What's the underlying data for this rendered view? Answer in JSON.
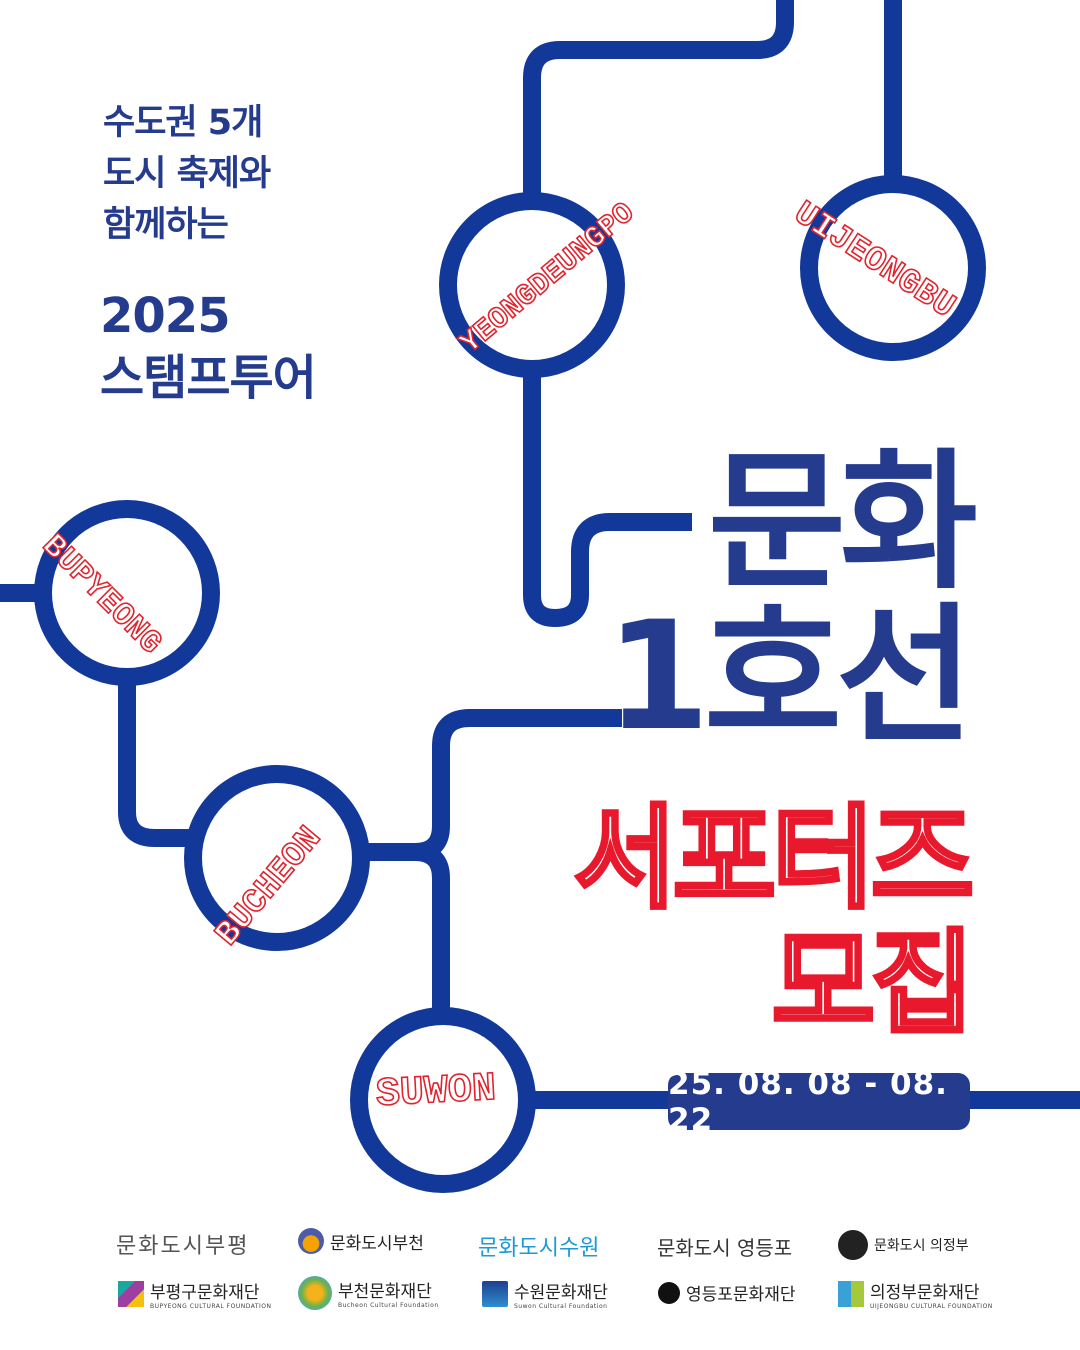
{
  "intro": {
    "line1": "수도권 5개",
    "line2": "도시 축제와",
    "line3": "함께하는"
  },
  "tour": {
    "year": "2025",
    "name": "스탬프투어"
  },
  "title": {
    "line1": "문화",
    "line2": "1호선",
    "line3": "서포터즈",
    "line4": "모집"
  },
  "stations": {
    "yeongdeungpo": "YEONGDEUNGPO",
    "uijeongbu": "UIJEONGBU",
    "bupyeong": "BUPYEONG",
    "bucheon": "BUCHEON",
    "suwon": "SUWON"
  },
  "date": "25. 08. 08 - 08. 22",
  "logos": {
    "top": [
      "문화도시부평",
      "문화도시부천",
      "문화도시수원",
      "문화도시 영등포",
      "문화도시 의정부"
    ],
    "bottom": [
      {
        "name": "부평구문화재단",
        "sub": "BUPYEONG CULTURAL FOUNDATION"
      },
      {
        "name": "부천문화재단",
        "sub": "Bucheon Cultural Foundation"
      },
      {
        "name": "수원문화재단",
        "sub": "Suwon Cultural Foundation"
      },
      {
        "name": "영등포문화재단",
        "sub": ""
      },
      {
        "name": "의정부문화재단",
        "sub": "UIJEONGBU CULTURAL FOUNDATION"
      }
    ]
  },
  "colors": {
    "line": "#12399a",
    "title": "#243b8e",
    "accent": "#e8192c"
  }
}
